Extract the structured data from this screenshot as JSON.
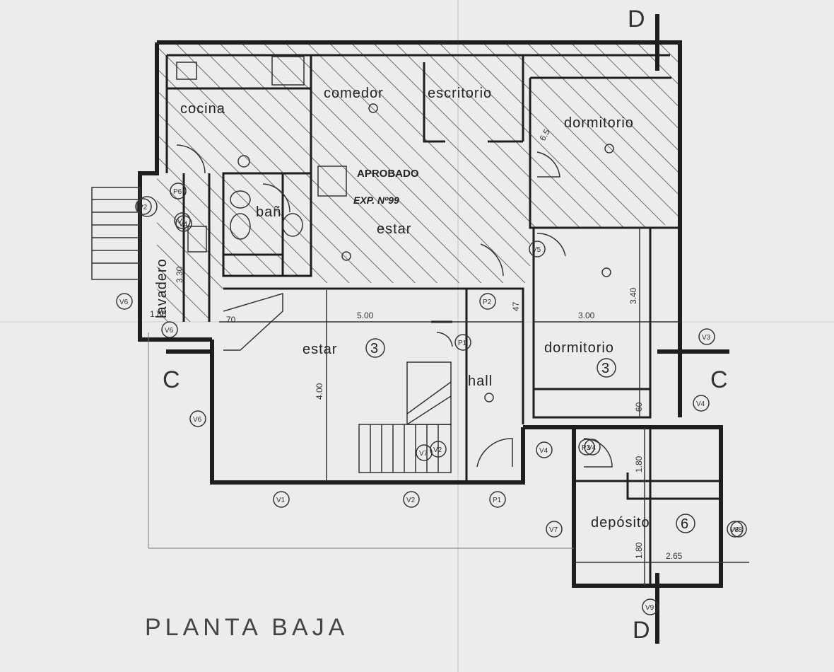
{
  "rooms": {
    "cocina": "cocina",
    "comedor": "comedor",
    "escritorio": "escritorio",
    "dormitorio_top": "dormitorio",
    "bano": "bañ",
    "estar_top": "estar",
    "lavadero": "lavadero",
    "estar_main": "estar",
    "hall": "hall",
    "dormitorio_right": "dormitorio",
    "deposito": "depósito"
  },
  "room_numbers": {
    "estar": "3",
    "dormitorio": "3",
    "deposito": "6"
  },
  "stamp": {
    "line1": "APROBADO",
    "line2": "EXP. Nº99"
  },
  "dimensions": {
    "estar_width": "5.00",
    "estar_depth": "4.00",
    "dorm_width": "3.00",
    "dorm_depth": "3.40",
    "lavadero_width": "1.80",
    "lavadero_depth": "3.30",
    "deposito_width": "2.65",
    "deposito_depth": "1.80",
    "small_a": "1.80",
    "small_b": "60",
    "small_c": "70",
    "small_d": "47",
    "small_e": "6.5"
  },
  "window_tags": [
    "V1",
    "V1",
    "V2",
    "V2",
    "V3",
    "V4",
    "V4",
    "V5",
    "V6",
    "V6",
    "V6",
    "V7",
    "V8",
    "V9",
    "P1",
    "P1",
    "P2",
    "P2",
    "P3",
    "P6",
    "V4",
    "V4",
    "V7",
    "V8"
  ],
  "section_marks": {
    "d_top": "D",
    "c_left": "C",
    "c_right": "C",
    "d_bottom": "D"
  },
  "title": "PLANTA BAJA"
}
